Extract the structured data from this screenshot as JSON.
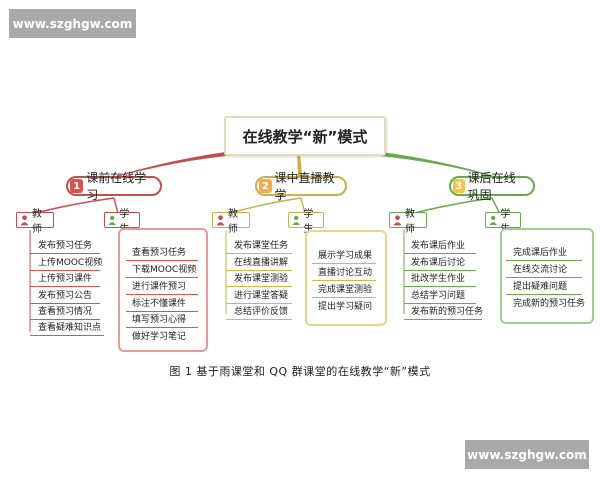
{
  "watermark": "www.szghgw.com",
  "root": "在线教学“新”模式",
  "branches": [
    {
      "num": "1",
      "label": "课前在线学习",
      "teacher_label": "教师",
      "student_label": "学生",
      "teacher_items": [
        "发布预习任务",
        "上传MOOC视频",
        "上传预习课件",
        "发布预习公告",
        "查看预习情况",
        "查看疑难知识点"
      ],
      "student_items": [
        "查看预习任务",
        "下载MOOC视频",
        "进行课件预习",
        "标注不懂课件",
        "填写预习心得",
        "做好学习笔记"
      ]
    },
    {
      "num": "2",
      "label": "课中直播教学",
      "teacher_label": "教师",
      "student_label": "学生",
      "teacher_items": [
        "发布课堂任务",
        "在线直播讲解",
        "发布课堂测验",
        "进行课堂答疑",
        "总结评价反馈"
      ],
      "student_items": [
        "展示学习成果",
        "直播讨论互动",
        "完成课堂测验",
        "提出学习疑问"
      ]
    },
    {
      "num": "3",
      "label": "课后在线巩固",
      "teacher_label": "教师",
      "student_label": "学生",
      "teacher_items": [
        "发布课后作业",
        "发布课后讨论",
        "批改学生作业",
        "总结学习问题",
        "发布新的预习任务"
      ],
      "student_items": [
        "完成课后作业",
        "在线交流讨论",
        "提出疑难问题",
        "完成新的预习任务"
      ]
    }
  ],
  "caption": "图 1   基于雨课堂和 QQ 群课堂的在线教学“新”模式",
  "colors": {
    "branch1": "#c0504d",
    "branch2": "#c9b04a",
    "branch3": "#6aa84f"
  }
}
